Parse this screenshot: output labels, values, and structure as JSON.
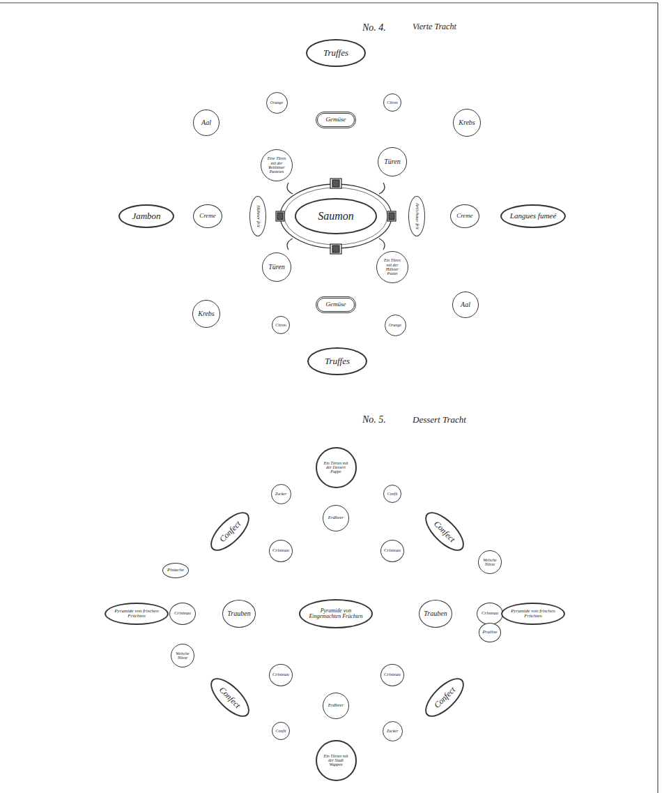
{
  "diagram": {
    "nodes": [
      {
        "text": [
          "Truffes"
        ]
      },
      {
        "text": [
          "Orange"
        ]
      },
      {
        "text": [
          "Citron"
        ]
      },
      {
        "text": [
          "Aal"
        ]
      },
      {
        "text": [
          "Krebs"
        ]
      },
      {
        "text": [
          "Gemüse"
        ]
      },
      {
        "text": [
          "Eine Türen mit der Rebhüner Pasteten"
        ]
      },
      {
        "text": [
          "Türen"
        ]
      },
      {
        "text": [
          "Jambon"
        ]
      },
      {
        "text": [
          "Creme"
        ]
      },
      {
        "text": [
          "Hühner frit"
        ]
      },
      {
        "text": [
          "Saumon"
        ]
      },
      {
        "text": [
          "Artichaux frit"
        ]
      },
      {
        "text": [
          "Creme"
        ]
      },
      {
        "text": [
          "Langues fumeé"
        ]
      },
      {
        "text": [
          "Türen"
        ]
      },
      {
        "text": [
          "Ein Türen mit der Hühner Pastet"
        ]
      },
      {
        "text": [
          "Gemüse"
        ]
      },
      {
        "text": [
          "Krebs"
        ]
      },
      {
        "text": [
          "Citron"
        ]
      },
      {
        "text": [
          "Orange"
        ]
      },
      {
        "text": [
          "Aal"
        ]
      },
      {
        "text": [
          "Truffes"
        ]
      },
      {
        "text": [
          "Ein Türten mit der Dessert Pappe"
        ]
      },
      {
        "text": [
          "Zucker"
        ]
      },
      {
        "text": [
          "Confit"
        ]
      },
      {
        "text": [
          "Erdbeer"
        ]
      },
      {
        "text": [
          "Confect"
        ]
      },
      {
        "text": [
          "Confect"
        ]
      },
      {
        "text": [
          "Cristeau"
        ]
      },
      {
        "text": [
          "Cristeau"
        ]
      },
      {
        "text": [
          "Pistache"
        ]
      },
      {
        "text": [
          "Welsche Nüsse"
        ]
      },
      {
        "text": [
          "Pyramide von frischen Früchten"
        ]
      },
      {
        "text": [
          "Cristeau"
        ]
      },
      {
        "text": [
          "Trauben"
        ]
      },
      {
        "text": [
          "Pyramide von Eingemachten Früchten"
        ]
      },
      {
        "text": [
          "Trauben"
        ]
      },
      {
        "text": [
          "Cristeau"
        ]
      },
      {
        "text": [
          "Pyramide von frischen Früchten"
        ]
      },
      {
        "text": [
          "Welsche Nüsse"
        ]
      },
      {
        "text": [
          "Praline"
        ]
      },
      {
        "text": [
          "Cristeau"
        ]
      },
      {
        "text": [
          "Cristeau"
        ]
      },
      {
        "text": [
          "Confect"
        ]
      },
      {
        "text": [
          "Confect"
        ]
      },
      {
        "text": [
          "Erdbeer"
        ]
      },
      {
        "text": [
          "Confit"
        ]
      },
      {
        "text": [
          "Zucker"
        ]
      },
      {
        "text": [
          "Ein Türten mit der Stadt Wappen"
        ]
      }
    ],
    "labels": [
      "No. 4.",
      "Vierte Tracht",
      "No. 5.",
      "Dessert Tracht"
    ]
  }
}
